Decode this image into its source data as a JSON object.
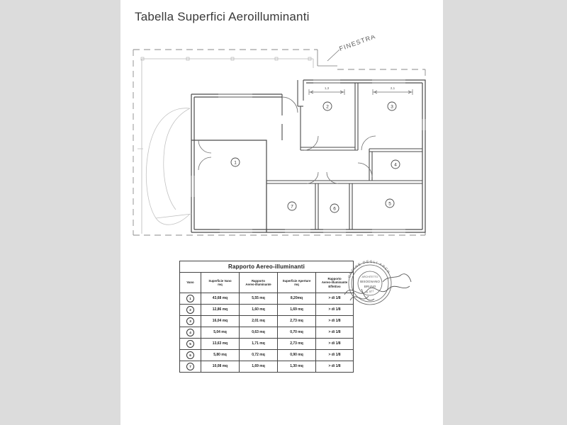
{
  "document": {
    "title": "Tabella Superfici Aeroilluminanti",
    "background_color": "#dcdcdc",
    "page_color": "#ffffff"
  },
  "plan": {
    "annotation_finestra": "FINESTRA",
    "dimension_labels": [
      {
        "label": "1,3"
      },
      {
        "label": "2,1"
      }
    ],
    "room_markers": [
      {
        "id": "1"
      },
      {
        "id": "2"
      },
      {
        "id": "3"
      },
      {
        "id": "4"
      },
      {
        "id": "5"
      },
      {
        "id": "6"
      },
      {
        "id": "7"
      }
    ]
  },
  "table": {
    "title": "Rapporto Aereo-illuminanti",
    "headers": [
      "Vano",
      "Superficie Vano mq",
      "Rapporto Aereo-illuminante",
      "Superficie Aperture mq",
      "Rapporto Aereo-illuminante Effettivo"
    ],
    "headers_multiline": {
      "vano": "Vano",
      "sup_vano_l1": "Superficie Vano",
      "sup_vano_l2": "mq",
      "rapporto_l1": "Rapporto",
      "rapporto_l2": "Aereo-illuminante",
      "aperture_l1": "Superficie Aperture",
      "aperture_l2": "mq",
      "effettivo_l1": "Rapporto",
      "effettivo_l2": "Aereo-illuminante",
      "effettivo_l3": "Effettivo"
    },
    "rows": [
      {
        "vano": "1",
        "superficie_vano": "43,68 mq",
        "rapporto": "5,55 mq",
        "aperture": "8,20mq",
        "effettivo": "> di 1/8"
      },
      {
        "vano": "2",
        "superficie_vano": "12,86 mq",
        "rapporto": "1,60 mq",
        "aperture": "1,69 mq",
        "effettivo": "> di 1/8"
      },
      {
        "vano": "3",
        "superficie_vano": "16,04 mq",
        "rapporto": "2,01 mq",
        "aperture": "2,73 mq",
        "effettivo": "> di 1/8"
      },
      {
        "vano": "4",
        "superficie_vano": "5,04 mq",
        "rapporto": "0,63 mq",
        "aperture": "0,70 mq",
        "effettivo": "> di 1/8"
      },
      {
        "vano": "5",
        "superficie_vano": "13,63 mq",
        "rapporto": "1,71 mq",
        "aperture": "2,73 mq",
        "effettivo": "> di 1/8"
      },
      {
        "vano": "6",
        "superficie_vano": "5,80 mq",
        "rapporto": "0,72 mq",
        "aperture": "0,90 mq",
        "effettivo": "> di 1/8"
      },
      {
        "vano": "7",
        "superficie_vano": "10,08 mq",
        "rapporto": "1,69 mq",
        "aperture": "1,30 mq",
        "effettivo": "> di 1/8"
      }
    ]
  },
  "stamp": {
    "outer_text": "ORDINE DEGLI ARCH",
    "line1": "ARCHITETTO",
    "line2": "BISOGNANO",
    "line3": "BRUNO",
    "line4": "N. 877"
  }
}
